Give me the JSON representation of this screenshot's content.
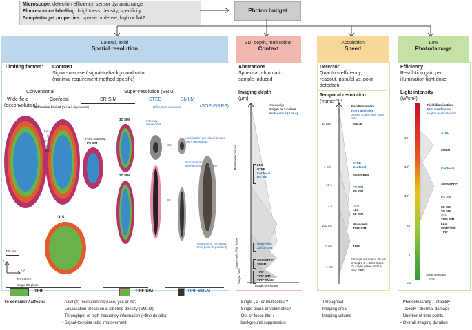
{
  "top": {
    "lines": [
      {
        "label": "Microscope:",
        "text": " detection efficiency, sensor dynamic range"
      },
      {
        "label": "Fluorescence labelling:",
        "text": " brightness, density, specificity"
      },
      {
        "label": "Sample/target properties:",
        "text": " sparse or dense, high or flat?"
      }
    ],
    "budget": "Photon budget"
  },
  "headers": [
    {
      "l1": "Lateral, axial",
      "l2": "Spatial resolution",
      "color": "#bcd7ec"
    },
    {
      "l1": "3D, depth, multicolour",
      "l2": "Context",
      "color": "#f2b8b0"
    },
    {
      "l1": "Acquisition",
      "l2": "Speed",
      "color": "#f8d79a"
    },
    {
      "l1": "Low",
      "l2": "Photodamage",
      "color": "#c5e2a6"
    }
  ],
  "spatial": {
    "limiting_label": "Limiting factors:",
    "limiting_title": "Contrast",
    "limiting_l1": "Signal-to-noise / signal-to-background ratio",
    "limiting_l2": "(minimal requirement method-specific)",
    "conventional": "Conventional",
    "srm": "Super-resolution (SRM)",
    "widefield": "Wide-field",
    "deconvolution": "(deconvolution)",
    "confocal": "Confocal",
    "srsim": "SR-SIM",
    "sted": "STED",
    "smlm": "SMLM",
    "sofi": "(SOFI/SRRF)",
    "diff_limited": "Diffraction-limited",
    "diff_limited_note": " (NA & λ dependent)",
    "diff_unlimited": "Diffraction-unlimited",
    "legend": [
      "Far-red",
      "Red",
      "Green",
      "Blue",
      "Em."
    ],
    "point_scanning": "Point scanning",
    "ps_sim": "PS SIM",
    "sim3d": "3D SIM",
    "sim2d": "2D SIM",
    "lls": "LLS",
    "intensity_dep": "Intensity dependent",
    "loc_precision": "Localisation precision/ photon count dependent",
    "structural": "Structural resolution label density dependent",
    "corr_time": "(Number of correlated time point dependent)",
    "label_3d": "3D",
    "label_2d": "2D",
    "scale": "100 nm",
    "axis_z": "z",
    "axis_xy": "x,y",
    "zstack": "3D z-stack",
    "plane": "Single 2D plane",
    "tirf": "TIRF",
    "tirf_sim": "TIRF-SIM",
    "tirf_smlm": "TIRF-SMLM"
  },
  "context": {
    "title1": "Aberrations",
    "title2": "Spherical, chromatic,",
    "title3": "sample-induced",
    "depth": "Imaging depth",
    "unit": "(μm)",
    "routinely": "(Routinely)",
    "single2": "Single- or 2-colour",
    "multi": "Multi-colour (3 or +)",
    "group1": [
      "LLS",
      "STED",
      "Confocal",
      "PS SIM"
    ],
    "group2": [
      "Wide-field",
      "2D/3D SIM"
    ],
    "group3": [
      "SOFI/SRRF",
      "SMLM"
    ],
    "group4": [
      "TIRF",
      "TIRF-SIM",
      "TIRF-SMLM"
    ],
    "side1": "Multilayered tissue",
    "side2": "Larger cells / flat tissue",
    "side3": "Single cells",
    "basal": "Basal membrane"
  },
  "speed": {
    "title": "Detector",
    "l1": "Quantum efficiency,",
    "l2": "readout, parallel vs. point",
    "l3": "detection",
    "temporal": "Temporal resolution",
    "unit": "(frame⁻¹) *",
    "legend1": "Parallel/camera",
    "legend2": "Point detection",
    "legend3": "Speed scales with scan size",
    "ticks": [
      "10 min",
      "1 min",
      "10 s",
      "1 s",
      "100 ms",
      "10 ms",
      "1 ms"
    ],
    "smlm": "SMLM",
    "sted": "STED",
    "confocal": "Confocal",
    "sofi": "SOFI/SRRF",
    "pssim": "PS SIM",
    "sim3d": "3D SIM",
    "ismm": "ISIM",
    "lls": "LLS",
    "sim2d": "2D SIM",
    "widefield": "Wide-field",
    "tirfsim": "TIRF-SIM",
    "tirf": "TIRF",
    "note": "* Image volume of 40 μm x 40 μm x 1 μm z-stack, or single plane (SMLM and TIRF)"
  },
  "photo": {
    "title": "Efficiency",
    "l1": "Resolution gain per",
    "l2": "illumination light dose",
    "light": "Light intensity",
    "unit": "(W/cm²)",
    "legend1": "Field illumination",
    "legend2": "Focussed beam",
    "legend3": "Higher peak intensity",
    "ticks": [
      "10⁴",
      "10³",
      "10²",
      "10",
      "1",
      "0.1"
    ],
    "sted": "STED",
    "smlm": "SMLM",
    "confocal": "Confocal",
    "sofi": "SOFI/SRRF",
    "pssim": "PS SIM",
    "group": [
      "3D SIM",
      "2D SIM",
      "ISIM",
      "TIRF SIM",
      "LLS",
      "Wide-field",
      "TIRF"
    ],
    "solar": "Solar constant",
    "solar_val": "0.14"
  },
  "bottom": {
    "label": "To consider / affects:",
    "spatial": [
      "- Axial (z) resolution increase, yes or no?",
      "- Localisation precision & labeling density (SMLM)",
      "- Throughput of high frequency information (=fine details)",
      "- Signal-to-noise ratio improvement"
    ],
    "context": [
      "- Single-, 2- or multicolour?",
      "- Single plane or volumetric?",
      "- Out-of-focus blur /",
      "  background suppression"
    ],
    "speed": [
      "- Throughput",
      "- Imaging area",
      "- Imaging volume"
    ],
    "photo": [
      "- Photobleaching / -stability",
      "- Toxicity / thermal damage",
      "- Number of time points",
      "- Overall imaging duration"
    ]
  }
}
